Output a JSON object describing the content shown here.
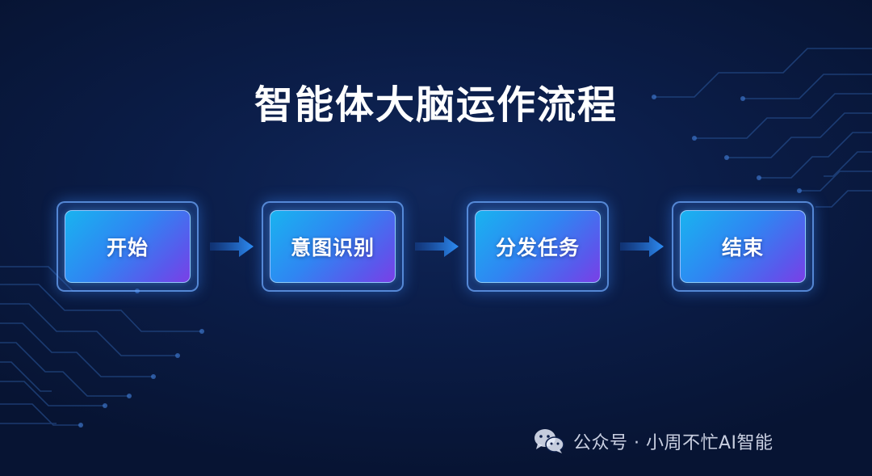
{
  "title": "智能体大脑运作流程",
  "steps": [
    {
      "label": "开始"
    },
    {
      "label": "意图识别"
    },
    {
      "label": "分发任务"
    },
    {
      "label": "结束"
    }
  ],
  "watermark": {
    "text": "公众号 · 小周不忙AI智能",
    "icon": "wechat-icon"
  },
  "colors": {
    "background": "#0b1d48",
    "box_gradient_start": "#19b3f0",
    "box_gradient_end": "#7a3fe6",
    "arrow": "#2e8ef5",
    "circuit_lines": "#2c5aa0"
  }
}
